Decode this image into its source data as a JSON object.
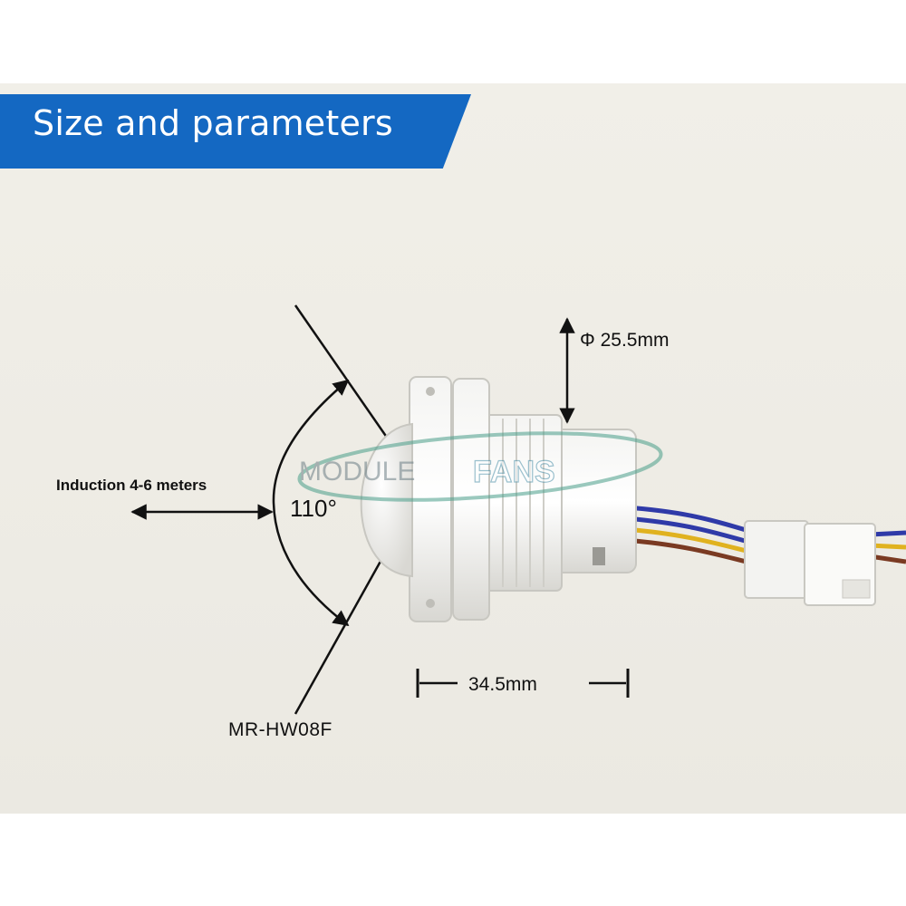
{
  "header": {
    "title": "Size and parameters"
  },
  "specs": {
    "induction_range": "Induction 4-6 meters",
    "detection_angle": "110°",
    "diameter": "Φ 25.5mm",
    "length": "34.5mm",
    "model": "MR-HW08F"
  },
  "watermark": {
    "text_left": "MODULE",
    "text_right": "FANS"
  },
  "colors": {
    "banner": "#1468c2",
    "background": "#ebe9e2",
    "wire_blue": "#2f3aa8",
    "wire_yellow": "#e0b21f",
    "wire_brown": "#7a3a22"
  }
}
